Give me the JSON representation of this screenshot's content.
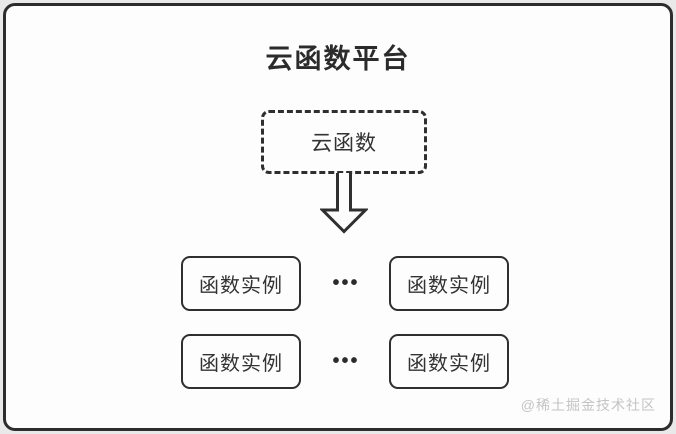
{
  "page": {
    "background_color": "#e9e9e9",
    "panel_color": "#fdfdfd",
    "line_color": "#2d2d2d",
    "text_color": "#333333",
    "watermark_color": "#c4c4c4"
  },
  "diagram": {
    "title": "云函数平台",
    "cloud_function": {
      "label": "云函数"
    },
    "arrow": {
      "icon": "down-arrow-icon"
    },
    "rows": [
      {
        "left": "函数实例",
        "ellipsis": "•••",
        "right": "函数实例"
      },
      {
        "left": "函数实例",
        "ellipsis": "•••",
        "right": "函数实例"
      }
    ],
    "watermark": "@稀土掘金技术社区"
  }
}
